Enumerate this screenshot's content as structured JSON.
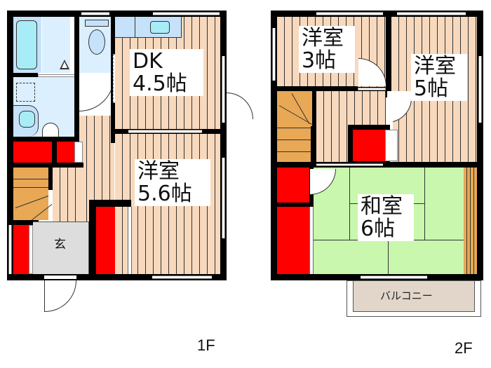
{
  "floors": [
    {
      "id": "1F",
      "label": "1F",
      "rooms": [
        {
          "name": "DK",
          "size": "4.5帖",
          "type": "dining-kitchen"
        },
        {
          "name": "洋室",
          "size": "5.6帖",
          "type": "western-room"
        },
        {
          "name": "玄",
          "size": "",
          "type": "entrance"
        },
        {
          "name": "",
          "size": "",
          "type": "bathroom"
        },
        {
          "name": "",
          "size": "",
          "type": "toilet"
        },
        {
          "name": "",
          "size": "",
          "type": "washroom"
        },
        {
          "name": "",
          "size": "",
          "type": "stairs"
        }
      ]
    },
    {
      "id": "2F",
      "label": "2F",
      "rooms": [
        {
          "name": "洋室",
          "size": "3帖",
          "type": "western-room"
        },
        {
          "name": "洋室",
          "size": "5帖",
          "type": "western-room"
        },
        {
          "name": "和室",
          "size": "6帖",
          "type": "japanese-room"
        },
        {
          "name": "バルコニー",
          "size": "",
          "type": "balcony"
        },
        {
          "name": "",
          "size": "",
          "type": "stairs"
        }
      ]
    }
  ],
  "colors": {
    "wall": "#000000",
    "flooring": "#f8d9bd",
    "storage": "#ff0000",
    "stairs": "#e8a855",
    "tatami": "#c9f7ae",
    "wet_area": "#dcefff",
    "entrance": "#dddddd",
    "balcony": "#e2d6cb"
  }
}
